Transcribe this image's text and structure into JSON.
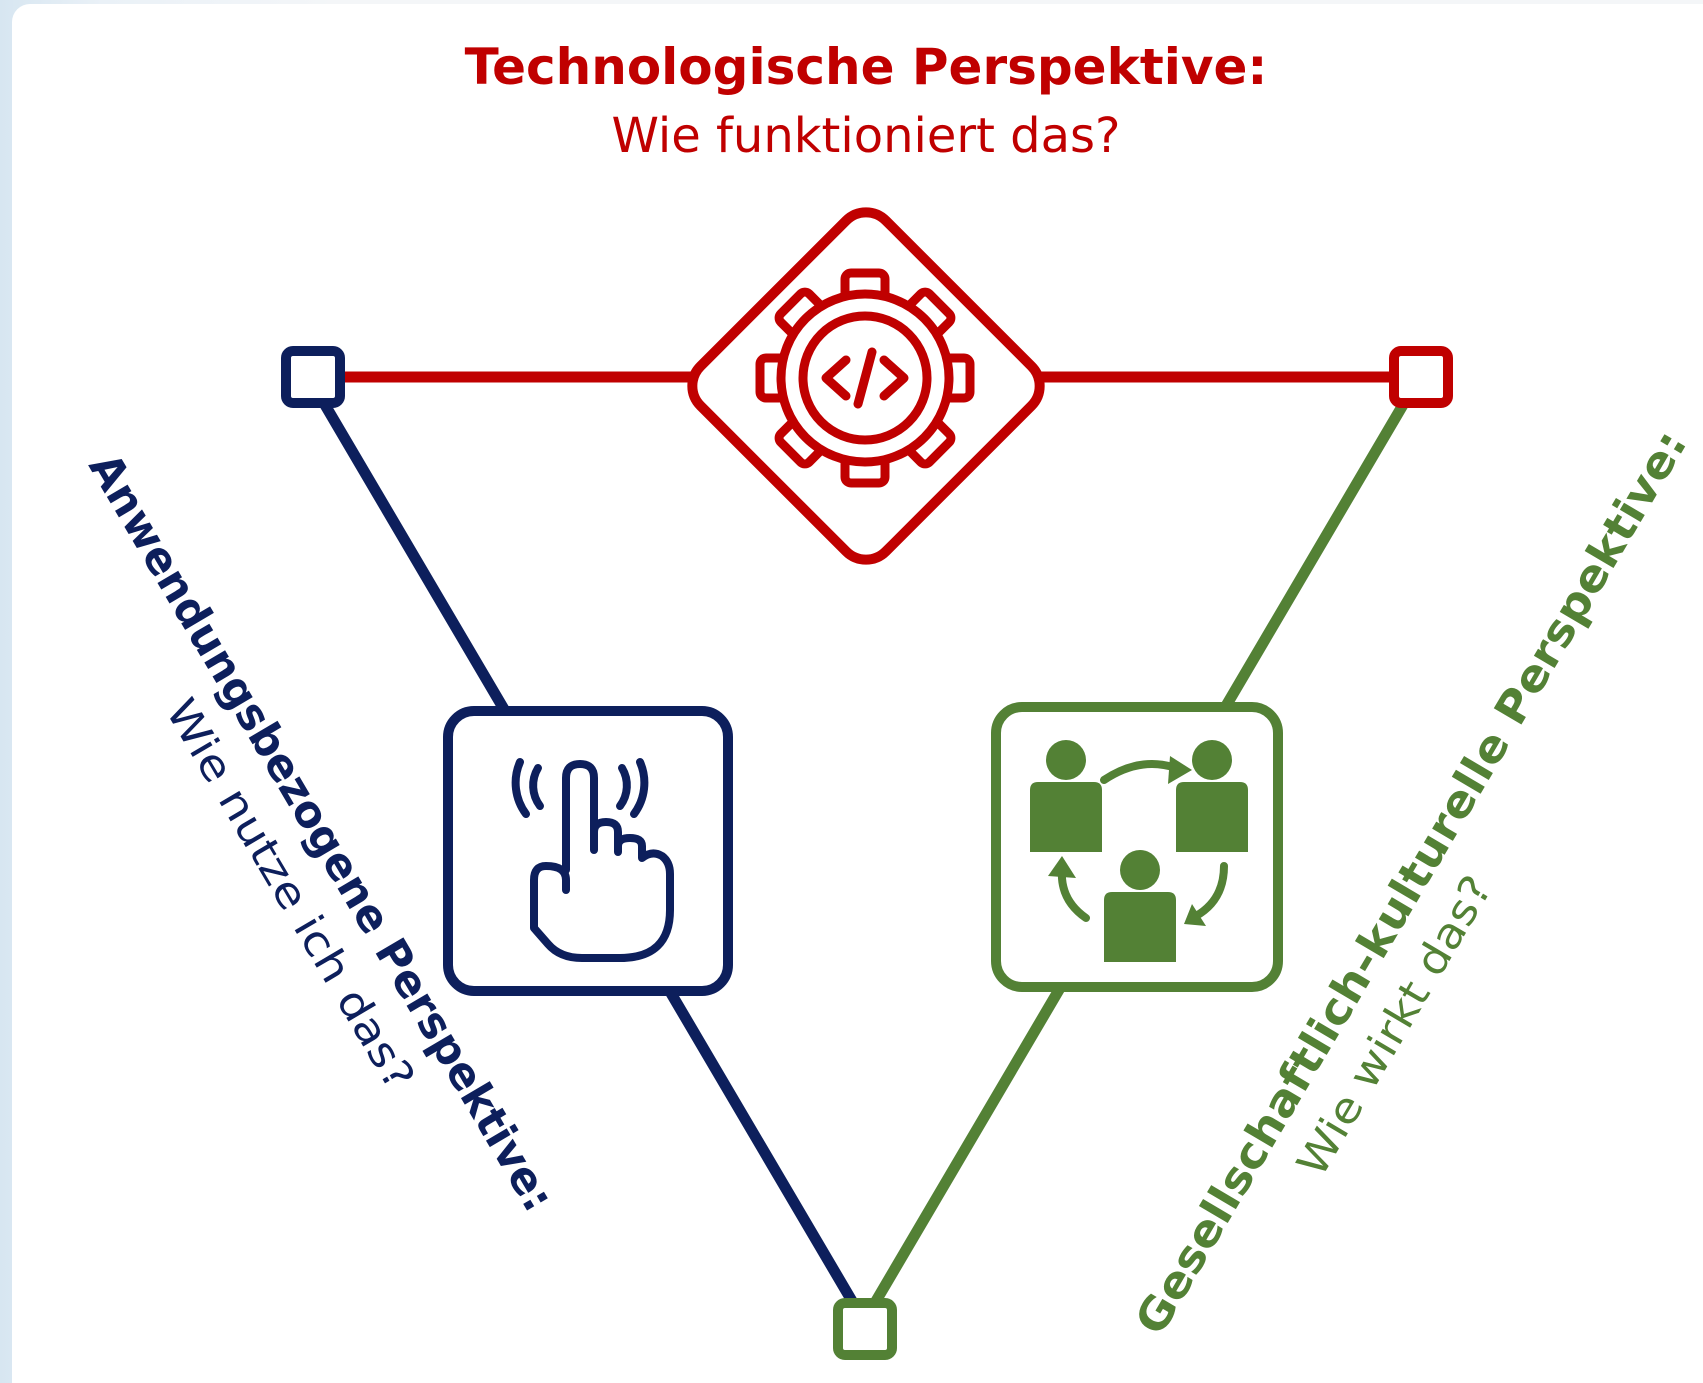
{
  "colors": {
    "technological": "#c00000",
    "application": "#0d1f5c",
    "societal": "#538135",
    "card": "#ffffff"
  },
  "perspectives": {
    "technological": {
      "title": "Technologische Perspektive:",
      "question": "Wie funktioniert das?",
      "icon": "gear-code-icon"
    },
    "application": {
      "title": "Anwendungsbezogene Perspektive:",
      "question": "Wie nutze ich das?",
      "icon": "touch-gesture-icon"
    },
    "societal": {
      "title": "Gesellschaftlich-kulturelle Perspektive:",
      "question": "Wie wirkt das?",
      "icon": "people-exchange-icon"
    }
  }
}
